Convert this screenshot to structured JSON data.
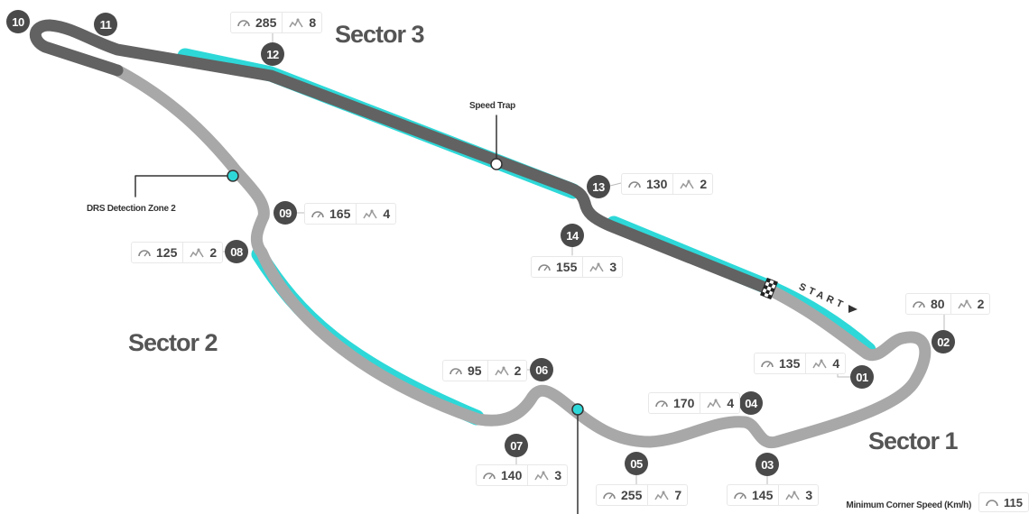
{
  "sectors": {
    "s1": "Sector 1",
    "s2": "Sector 2",
    "s3": "Sector 3"
  },
  "labels": {
    "speed_trap": "Speed Trap",
    "drs_detection": "DRS Detection Zone 2",
    "start": "START",
    "legend": "Minimum Corner Speed (Km/h)",
    "legend_value": "115"
  },
  "colors": {
    "track_dark": "#626262",
    "track_light": "#a8a8a8",
    "drs": "#2ed8d8",
    "corner_badge": "#4a4a4a"
  },
  "icons": {
    "speed": "speedometer-icon",
    "gear": "gear-icon",
    "finish": "checkered-flag-icon"
  },
  "corners": [
    {
      "number": "01",
      "speed": "135",
      "gear": "4"
    },
    {
      "number": "02",
      "speed": "80",
      "gear": "2"
    },
    {
      "number": "03",
      "speed": "145",
      "gear": "3"
    },
    {
      "number": "04",
      "speed": "170",
      "gear": "4"
    },
    {
      "number": "05",
      "speed": "255",
      "gear": "7"
    },
    {
      "number": "06",
      "speed": "95",
      "gear": "2"
    },
    {
      "number": "07",
      "speed": "140",
      "gear": "3"
    },
    {
      "number": "08",
      "speed": "125",
      "gear": "2"
    },
    {
      "number": "09",
      "speed": "165",
      "gear": "4"
    },
    {
      "number": "10"
    },
    {
      "number": "11"
    },
    {
      "number": "12",
      "speed": "285",
      "gear": "8"
    },
    {
      "number": "13",
      "speed": "130",
      "gear": "2"
    },
    {
      "number": "14",
      "speed": "155",
      "gear": "3"
    }
  ]
}
